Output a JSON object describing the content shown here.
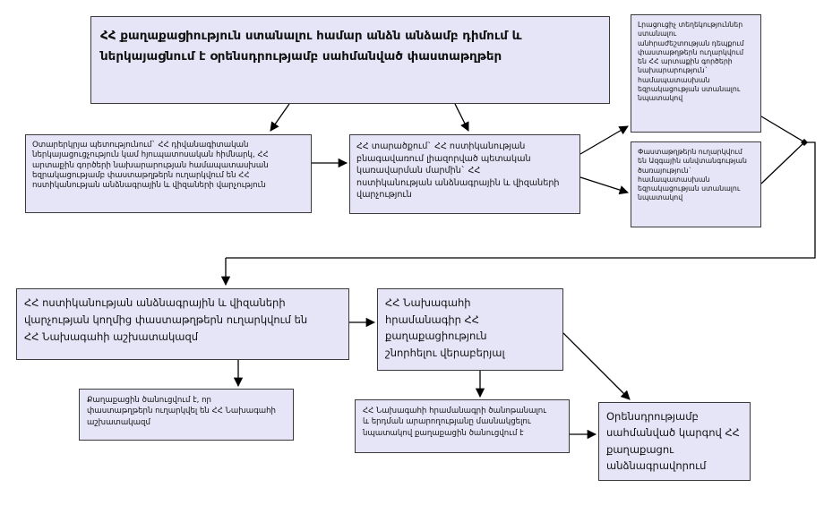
{
  "boxes": {
    "title": [
      "ՀՀ  քաղաքացիություն ստանալու համար անձն անձամբ դիմում և",
      "ներկայացնում է օրենսդրությամբ սահմանված փաստաթղթեր"
    ],
    "left": [
      "Օտարերկրյա պետությունում`   ՀՀ դիվանագիտական",
      "ներկայացուցչություն կամ հյուպատոսական հիմնարկ, ՀՀ",
      "արտաքին գործերի  նախարարության համապատասխան",
      "եզրակացությամբ փաստաթղթերն ուղարկվում են  ՀՀ",
      "ոստիկանության անձնագրային և վիզաների վարչություն"
    ],
    "middle": [
      "ՀՀ տարածքում` ՀՀ ոստիկանության",
      "բնագավառում լիազորված պետական",
      "կառավարման մարմին`   ՀՀ",
      "ոստիկանության  անձնագրային և վիզաների",
      "վարչություն"
    ],
    "right_top": [
      "Լրացուցիչ տեղեկություններ",
      "ստանալու",
      "անհրաժեշտության դեպքում",
      "փաստաթղթերն ուղարկվում",
      "են ՀՀ արտաքին գործերի",
      "նախարարություն`",
      "համապատասխան",
      "եզրակացության ստանալու",
      "նպատակով"
    ],
    "right_bottom": [
      "Փաստաթղթերն ուղարկվում",
      "են Ազգային անվտանգության",
      "ծառայություն`",
      "համապատասխան",
      "եզրակացության ստանալու",
      "նպատակով"
    ],
    "row2_left": [
      "ՀՀ ոստիկանության անձնագրային և վիզաների",
      "վարչության կողմից փաստաթղթերն ուղարկվում են",
      "ՀՀ Նախագահի աշխատակազմ"
    ],
    "row2_mid": [
      "ՀՀ Նախագահի",
      "հրամանագիր ՀՀ",
      "քաղաքացիություն",
      "շնորհելու վերաբերյալ"
    ],
    "bottom_left": [
      "Քաղաքացին ծանուցվում է, որ",
      "փաստաթղթերն ուղարկվել են ՀՀ Նախագահի",
      "աշխատակազմ"
    ],
    "bottom_mid": [
      "ՀՀ Նախագահի հրամանագրի ծանոթանալու",
      "և երդման արարողությանը մասնակցելու",
      "նպատակով քաղաքացին ծանուցվում է"
    ],
    "bottom_right": [
      "Օրենսդրությամբ",
      "սահմանված կարգով ՀՀ",
      "քաղաքացու",
      "անձնագրավորում"
    ]
  }
}
